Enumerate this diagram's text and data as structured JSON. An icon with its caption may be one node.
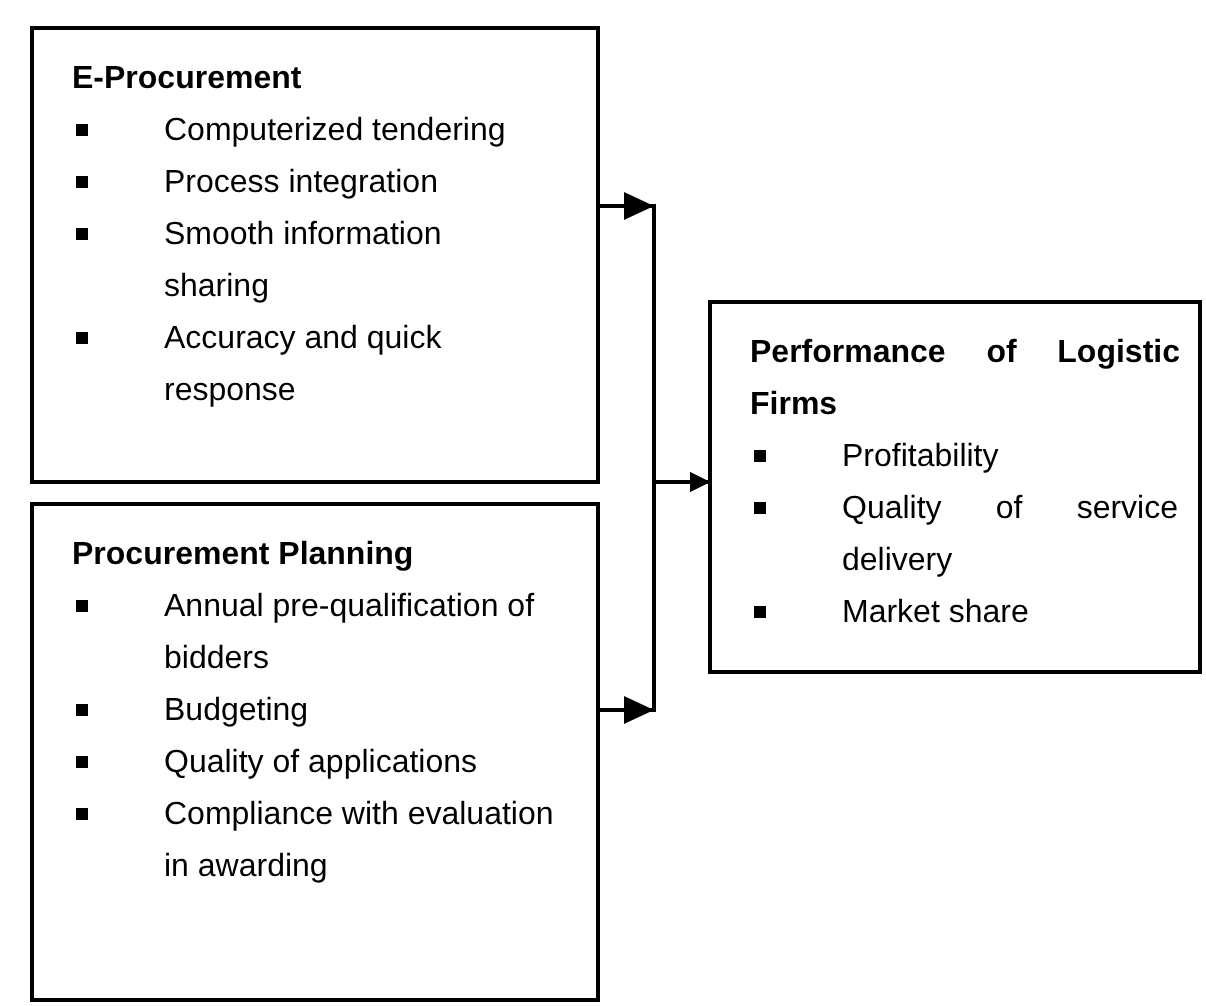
{
  "diagram": {
    "nodes": [
      {
        "text": [
          "E-Procurement",
          "Computerized tendering",
          "Process integration",
          "Smooth information sharing",
          "Accuracy and quick response"
        ]
      },
      {
        "text": [
          "Procurement Planning",
          "Annual pre-qualification of bidders",
          "Budgeting",
          "Quality of applications",
          "Compliance with evaluation in awarding"
        ]
      },
      {
        "text": [
          "Performance of Logistic Firms",
          "Profitability",
          "Quality of service delivery",
          "Market share"
        ]
      }
    ],
    "edges": [
      {
        "from": 0,
        "to": 2,
        "arrow": "to"
      },
      {
        "from": 1,
        "to": 2,
        "arrow": "to"
      }
    ]
  }
}
